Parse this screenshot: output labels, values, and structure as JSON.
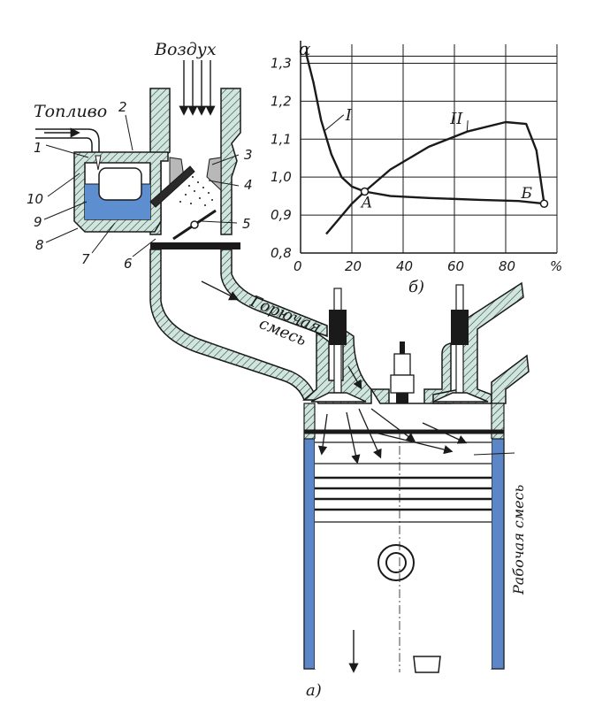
{
  "labels": {
    "air": "Воздух",
    "fuel": "Топливо",
    "mixture_line1": "Горючая",
    "mixture_line2": "смесь",
    "working_mixture": "Рабочая смесь",
    "caption_a": "а)",
    "caption_b": "б)"
  },
  "part_numbers": [
    "1",
    "2",
    "3",
    "4",
    "5",
    "6",
    "7",
    "8",
    "9",
    "10"
  ],
  "colors": {
    "wall_fill": "#cfe6df",
    "fuel_blue": "#5d8fd0",
    "cylinder_blue": "#5b86c8",
    "ink": "#1a1a1a"
  },
  "chart_data": {
    "type": "line",
    "ylabel": "α",
    "xunit": "%",
    "xlim": [
      0,
      100
    ],
    "ylim": [
      0.8,
      1.35
    ],
    "x_ticks": [
      "0",
      "20",
      "40",
      "60",
      "80",
      "%"
    ],
    "y_ticks": [
      "0,8",
      "0,9",
      "1,0",
      "1,1",
      "1,2",
      "1,3"
    ],
    "grid": true,
    "series": [
      {
        "name": "I",
        "x": [
          2,
          5,
          8,
          12,
          16,
          20,
          25,
          35,
          50,
          70,
          85,
          95
        ],
        "y": [
          1.33,
          1.25,
          1.15,
          1.06,
          1.0,
          0.975,
          0.962,
          0.95,
          0.945,
          0.94,
          0.937,
          0.93
        ]
      },
      {
        "name": "II",
        "x": [
          10,
          15,
          20,
          25,
          35,
          50,
          65,
          80,
          88,
          92,
          95
        ],
        "y": [
          0.85,
          0.89,
          0.93,
          0.962,
          1.02,
          1.08,
          1.12,
          1.145,
          1.14,
          1.07,
          0.93
        ]
      }
    ],
    "points": [
      {
        "label": "А",
        "x": 25,
        "y": 0.962
      },
      {
        "label": "Б",
        "x": 95,
        "y": 0.93
      }
    ]
  }
}
